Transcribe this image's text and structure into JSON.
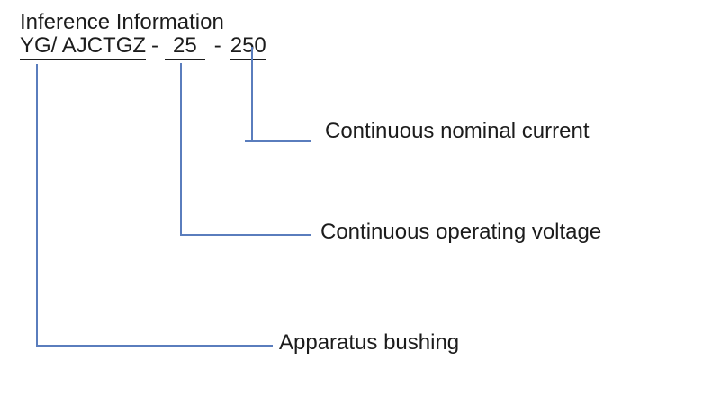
{
  "colors": {
    "page_bg": "#ffffff",
    "text": "#1c1c1c",
    "line": "#5a7dbd"
  },
  "header": {
    "title": "Inference Information"
  },
  "model_code": {
    "part_bushing": "YG/ AJCTGZ",
    "separator1": "-",
    "part_voltage": "25",
    "separator2": "-",
    "part_current": "250"
  },
  "callouts": [
    {
      "id": "current",
      "label": "Continuous nominal current"
    },
    {
      "id": "voltage",
      "label": "Continuous operating voltage"
    },
    {
      "id": "bushing",
      "label": "Apparatus bushing"
    }
  ]
}
